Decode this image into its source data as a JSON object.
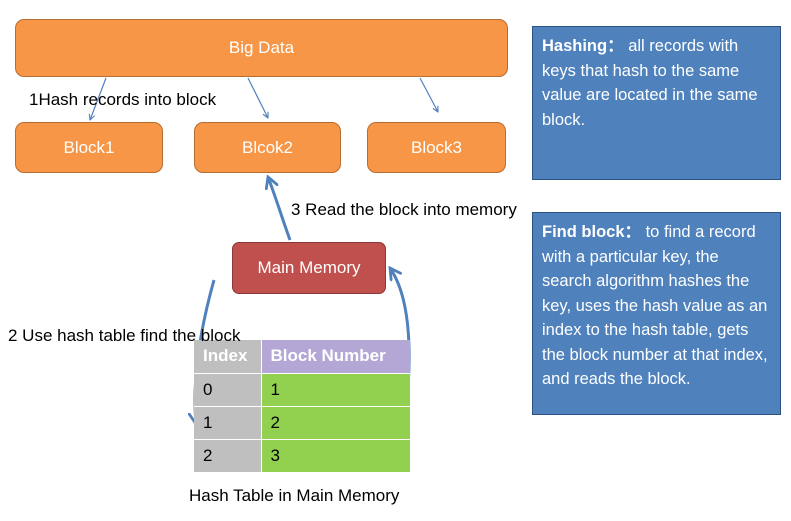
{
  "big_data": {
    "label": "Big Data"
  },
  "blocks": [
    {
      "label": "Block1"
    },
    {
      "label": "Blcok2"
    },
    {
      "label": "Block3"
    }
  ],
  "main_memory": {
    "label": "Main Memory"
  },
  "steps": {
    "step1": "1Hash records into block",
    "step2": "2 Use hash table find the block",
    "step3": "3 Read the block into memory"
  },
  "hash_table": {
    "headers": [
      "Index",
      "Block Number"
    ],
    "rows": [
      {
        "index": "0",
        "block": "1"
      },
      {
        "index": "1",
        "block": "2"
      },
      {
        "index": "2",
        "block": "3"
      }
    ],
    "caption": "Hash Table in Main Memory"
  },
  "hashing_note": {
    "term": "Hashing：",
    "text": "all records with keys that hash to the same value are located in the same block."
  },
  "find_block_note": {
    "term": "Find block：",
    "text": "to find a record with a particular key, the search algorithm hashes the key, uses the hash value as an index to the hash table, gets the block number at that index, and reads the block."
  },
  "colors": {
    "orange": "#f79646",
    "red": "#c0504d",
    "blue": "#4f81bd",
    "arrow": "#4f81bd",
    "table_index": "#bfbfbf",
    "table_header_block": "#b4a7d6",
    "table_block": "#92d050"
  }
}
